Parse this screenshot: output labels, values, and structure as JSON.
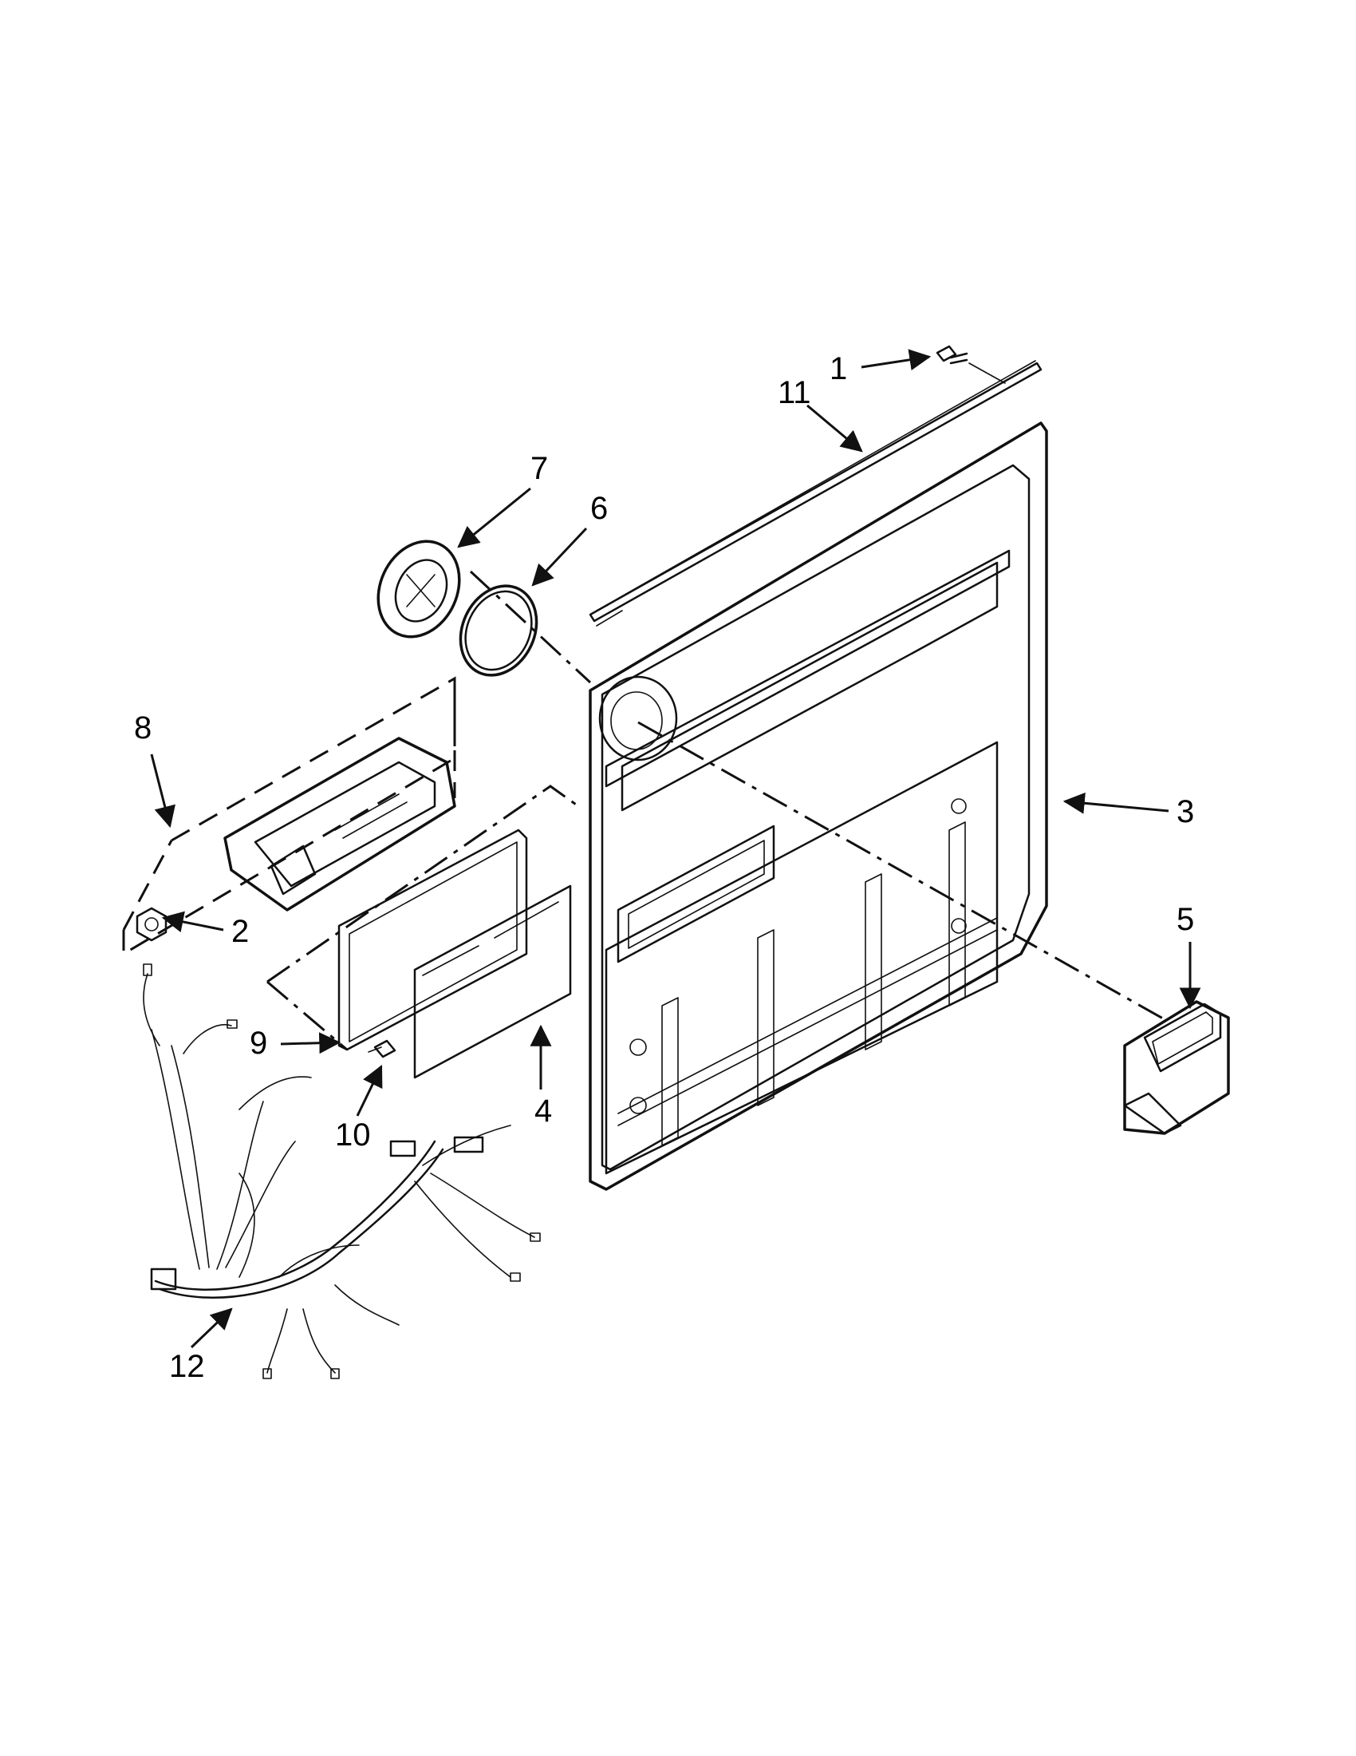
{
  "callouts": [
    {
      "id": "1",
      "text": "1"
    },
    {
      "id": "11",
      "text": "11"
    },
    {
      "id": "7",
      "text": "7"
    },
    {
      "id": "6",
      "text": "6"
    },
    {
      "id": "8",
      "text": "8"
    },
    {
      "id": "3",
      "text": "3"
    },
    {
      "id": "5",
      "text": "5"
    },
    {
      "id": "2",
      "text": "2"
    },
    {
      "id": "9",
      "text": "9"
    },
    {
      "id": "4",
      "text": "4"
    },
    {
      "id": "10",
      "text": "10"
    },
    {
      "id": "12",
      "text": "12"
    }
  ]
}
